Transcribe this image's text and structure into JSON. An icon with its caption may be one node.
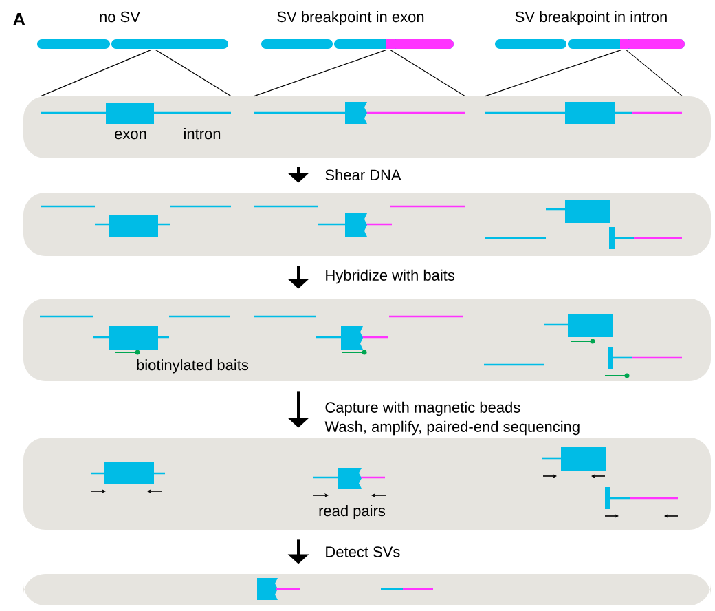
{
  "diagram": {
    "nodes": [
      {
        "text": [
          "no SV"
        ]
      },
      {
        "text": [
          "SV breakpoint in exon"
        ]
      },
      {
        "text": [
          "SV breakpoint in intron"
        ]
      },
      {
        "text": [
          "exon",
          "intron"
        ]
      },
      {
        "text": [],
        "shape": "box"
      },
      {
        "text": [
          "biotinylated baits"
        ]
      },
      {
        "text": [
          "read pairs"
        ]
      },
      {
        "text": [],
        "shape": "box"
      }
    ],
    "edges": [
      {
        "from": 0,
        "to": 3,
        "arrow": "none"
      },
      {
        "from": 0,
        "to": 3,
        "arrow": "none"
      },
      {
        "from": 1,
        "to": 3,
        "arrow": "none"
      },
      {
        "from": 1,
        "to": 3,
        "arrow": "none"
      },
      {
        "from": 2,
        "to": 3,
        "arrow": "none"
      },
      {
        "from": 2,
        "to": 3,
        "arrow": "none"
      },
      {
        "from": 3,
        "to": 4,
        "arrow": "to",
        "label": "Shear DNA"
      },
      {
        "from": 4,
        "to": 5,
        "arrow": "to",
        "label": "Hybridize with baits"
      },
      {
        "from": 5,
        "to": 6,
        "arrow": "to",
        "label": "Capture with magnetic beads"
      },
      {
        "from": 6,
        "to": 7,
        "arrow": "to",
        "label": "Detect SVs"
      }
    ],
    "labels": [
      "A",
      "Wash, amplify, paired-end sequencing"
    ]
  }
}
